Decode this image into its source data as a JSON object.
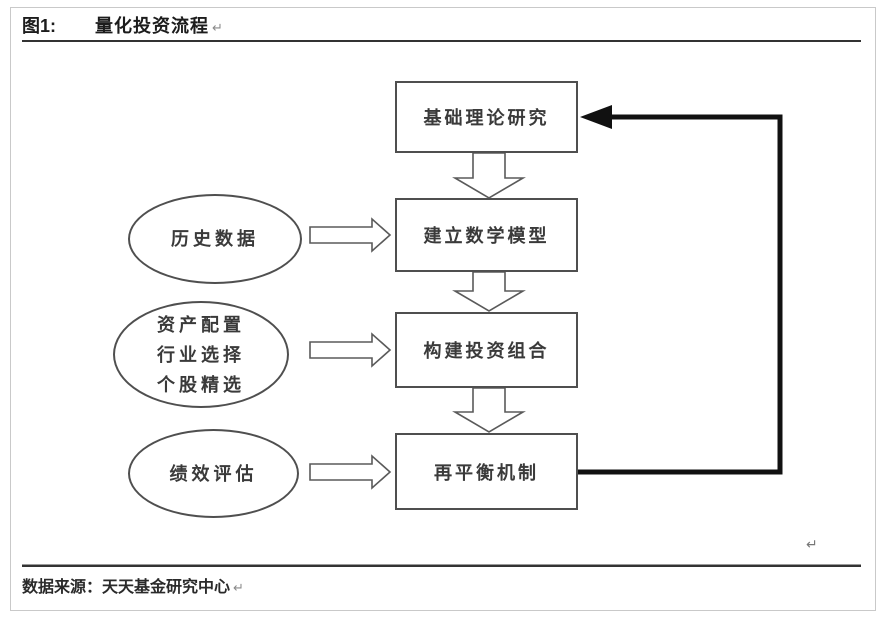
{
  "header": {
    "figure_label": "图1:",
    "figure_title": "量化投资流程"
  },
  "marks": {
    "return_mark": "↵"
  },
  "flowchart": {
    "boxes": [
      {
        "label": "基础理论研究"
      },
      {
        "label": "建立数学模型"
      },
      {
        "label": "构建投资组合"
      },
      {
        "label": "再平衡机制"
      }
    ],
    "ellipses": [
      {
        "lines": [
          "历史数据"
        ]
      },
      {
        "lines": [
          "资产配置",
          "行业选择",
          "个股精选"
        ]
      },
      {
        "lines": [
          "绩效评估"
        ]
      }
    ],
    "arrow_style": {
      "block_arrows": "hollow-outline",
      "feedback_loop": "thick-solid-black"
    },
    "colors": {
      "shape_border": "#4f4f4f",
      "text": "#333333",
      "feedback_line": "#111111",
      "rule": "#333333",
      "page_border": "#c9c9c9"
    }
  },
  "footer": {
    "source_text": "数据来源：天天基金研究中心"
  }
}
